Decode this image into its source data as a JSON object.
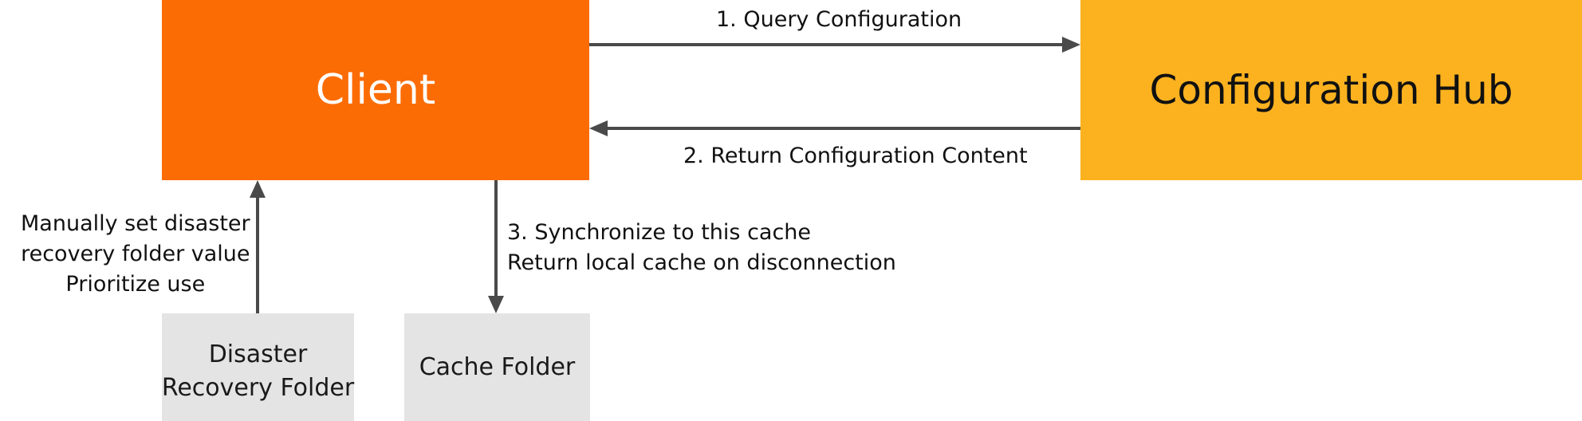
{
  "nodes": {
    "client": "Client",
    "hub": "Configuration Hub",
    "disaster_recovery_folder": [
      "Disaster",
      "Recovery Folder"
    ],
    "cache_folder": "Cache Folder"
  },
  "edges": {
    "query": "1. Query Configuration",
    "return": "2. Return Configuration Content",
    "sync": [
      "3. Synchronize to this cache",
      "Return local cache on disconnection"
    ],
    "disaster_recovery": [
      "Manually set disaster",
      "recovery folder value",
      "Prioritize use"
    ]
  },
  "colors": {
    "client": "#fc6c05",
    "hub": "#fcb21f",
    "folder": "#e5e4e5",
    "arrow": "#4a4a4a"
  }
}
